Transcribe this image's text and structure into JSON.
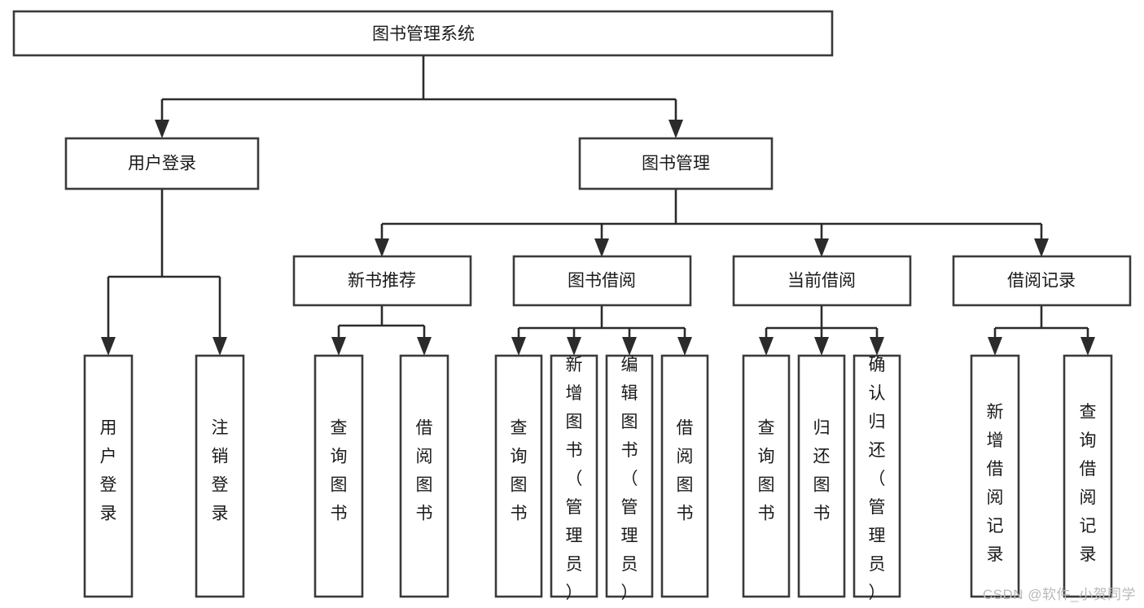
{
  "diagram": {
    "title": "图书管理系统",
    "type": "hierarchy-tree",
    "watermark": "CSDN @软件_小贺同学",
    "colors": {
      "box_stroke": "#3a3a3a",
      "box_fill": "#ffffff",
      "connector": "#2b2b2b",
      "text": "#1a1a1a",
      "watermark": "#b9b9b9",
      "background": "#ffffff"
    },
    "levels": {
      "root": {
        "label": "图书管理系统",
        "orientation": "horizontal"
      },
      "level2": [
        {
          "label": "用户登录",
          "orientation": "horizontal"
        },
        {
          "label": "图书管理",
          "orientation": "horizontal"
        }
      ],
      "level3": [
        {
          "label": "新书推荐",
          "orientation": "horizontal"
        },
        {
          "label": "图书借阅",
          "orientation": "horizontal"
        },
        {
          "label": "当前借阅",
          "orientation": "horizontal"
        },
        {
          "label": "借阅记录",
          "orientation": "horizontal"
        }
      ],
      "leaves": [
        {
          "label": "用户登录",
          "orientation": "vertical",
          "parent": "用户登录"
        },
        {
          "label": "注销登录",
          "orientation": "vertical",
          "parent": "用户登录"
        },
        {
          "label": "查询图书",
          "orientation": "vertical",
          "parent": "新书推荐"
        },
        {
          "label": "借阅图书",
          "orientation": "vertical",
          "parent": "新书推荐"
        },
        {
          "label": "查询图书",
          "orientation": "vertical",
          "parent": "图书借阅"
        },
        {
          "label": "新增图书（管理员）",
          "orientation": "vertical",
          "parent": "图书借阅"
        },
        {
          "label": "编辑图书（管理员）",
          "orientation": "vertical",
          "parent": "图书借阅"
        },
        {
          "label": "借阅图书",
          "orientation": "vertical",
          "parent": "图书借阅"
        },
        {
          "label": "查询图书",
          "orientation": "vertical",
          "parent": "当前借阅"
        },
        {
          "label": "归还图书",
          "orientation": "vertical",
          "parent": "当前借阅"
        },
        {
          "label": "确认归还（管理员）",
          "orientation": "vertical",
          "parent": "当前借阅"
        },
        {
          "label": "新增借阅记录",
          "orientation": "vertical",
          "parent": "借阅记录"
        },
        {
          "label": "查询借阅记录",
          "orientation": "vertical",
          "parent": "借阅记录"
        }
      ]
    }
  }
}
